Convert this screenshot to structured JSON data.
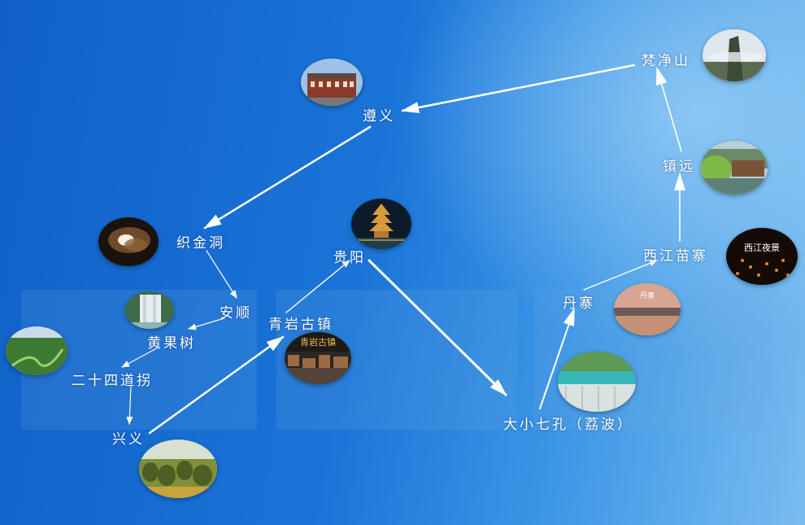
{
  "places": {
    "fanjingshan": "梵净山",
    "zunyi": "遵义",
    "zhenyuan": "镇远",
    "zhijindong": "织金洞",
    "guiyang": "贵阳",
    "xijiang": "西江苗寨",
    "anshun": "安顺",
    "qingyan": "青岩古镇",
    "danzhai": "丹寨",
    "huangguoshu": "黄果树",
    "ershisidaoguai": "二十四道拐",
    "xingyi": "兴义",
    "libo": "大小七孔（荔波）"
  },
  "photo_text": {
    "qingyan": "青岩古镇",
    "xijiang": "西江夜景",
    "danzhai": "丹寨"
  },
  "colors": {
    "arrow": "#ffffff",
    "label": "#ffffff",
    "background_left": "#1060c8",
    "background_right": "#79bcf0"
  }
}
